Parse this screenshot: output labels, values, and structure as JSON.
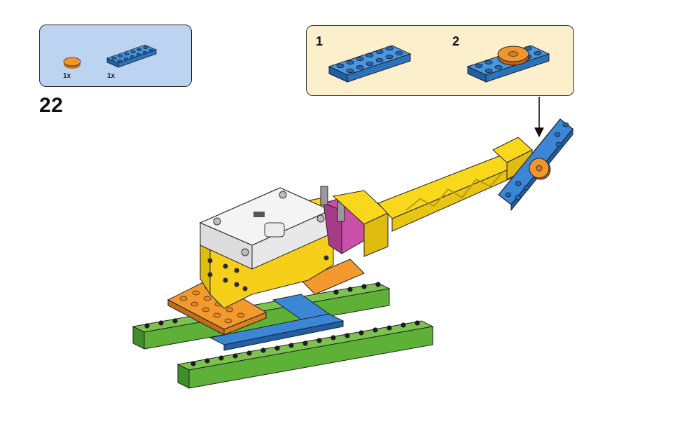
{
  "step": {
    "number": "22"
  },
  "parts_list": [
    {
      "name": "orange-round-tile",
      "quantity": "1x"
    },
    {
      "name": "blue-plate",
      "quantity": "1x"
    }
  ],
  "substeps": [
    {
      "number": "1"
    },
    {
      "number": "2"
    }
  ],
  "colors": {
    "parts_bg": "#bcd4f2",
    "substep_bg": "#fcf0cc",
    "blue": "#2f7fd0",
    "orange": "#f0962e",
    "yellow": "#f9d81c",
    "green": "#5cb136",
    "magenta": "#c94fa8",
    "white": "#f4f4f4"
  }
}
